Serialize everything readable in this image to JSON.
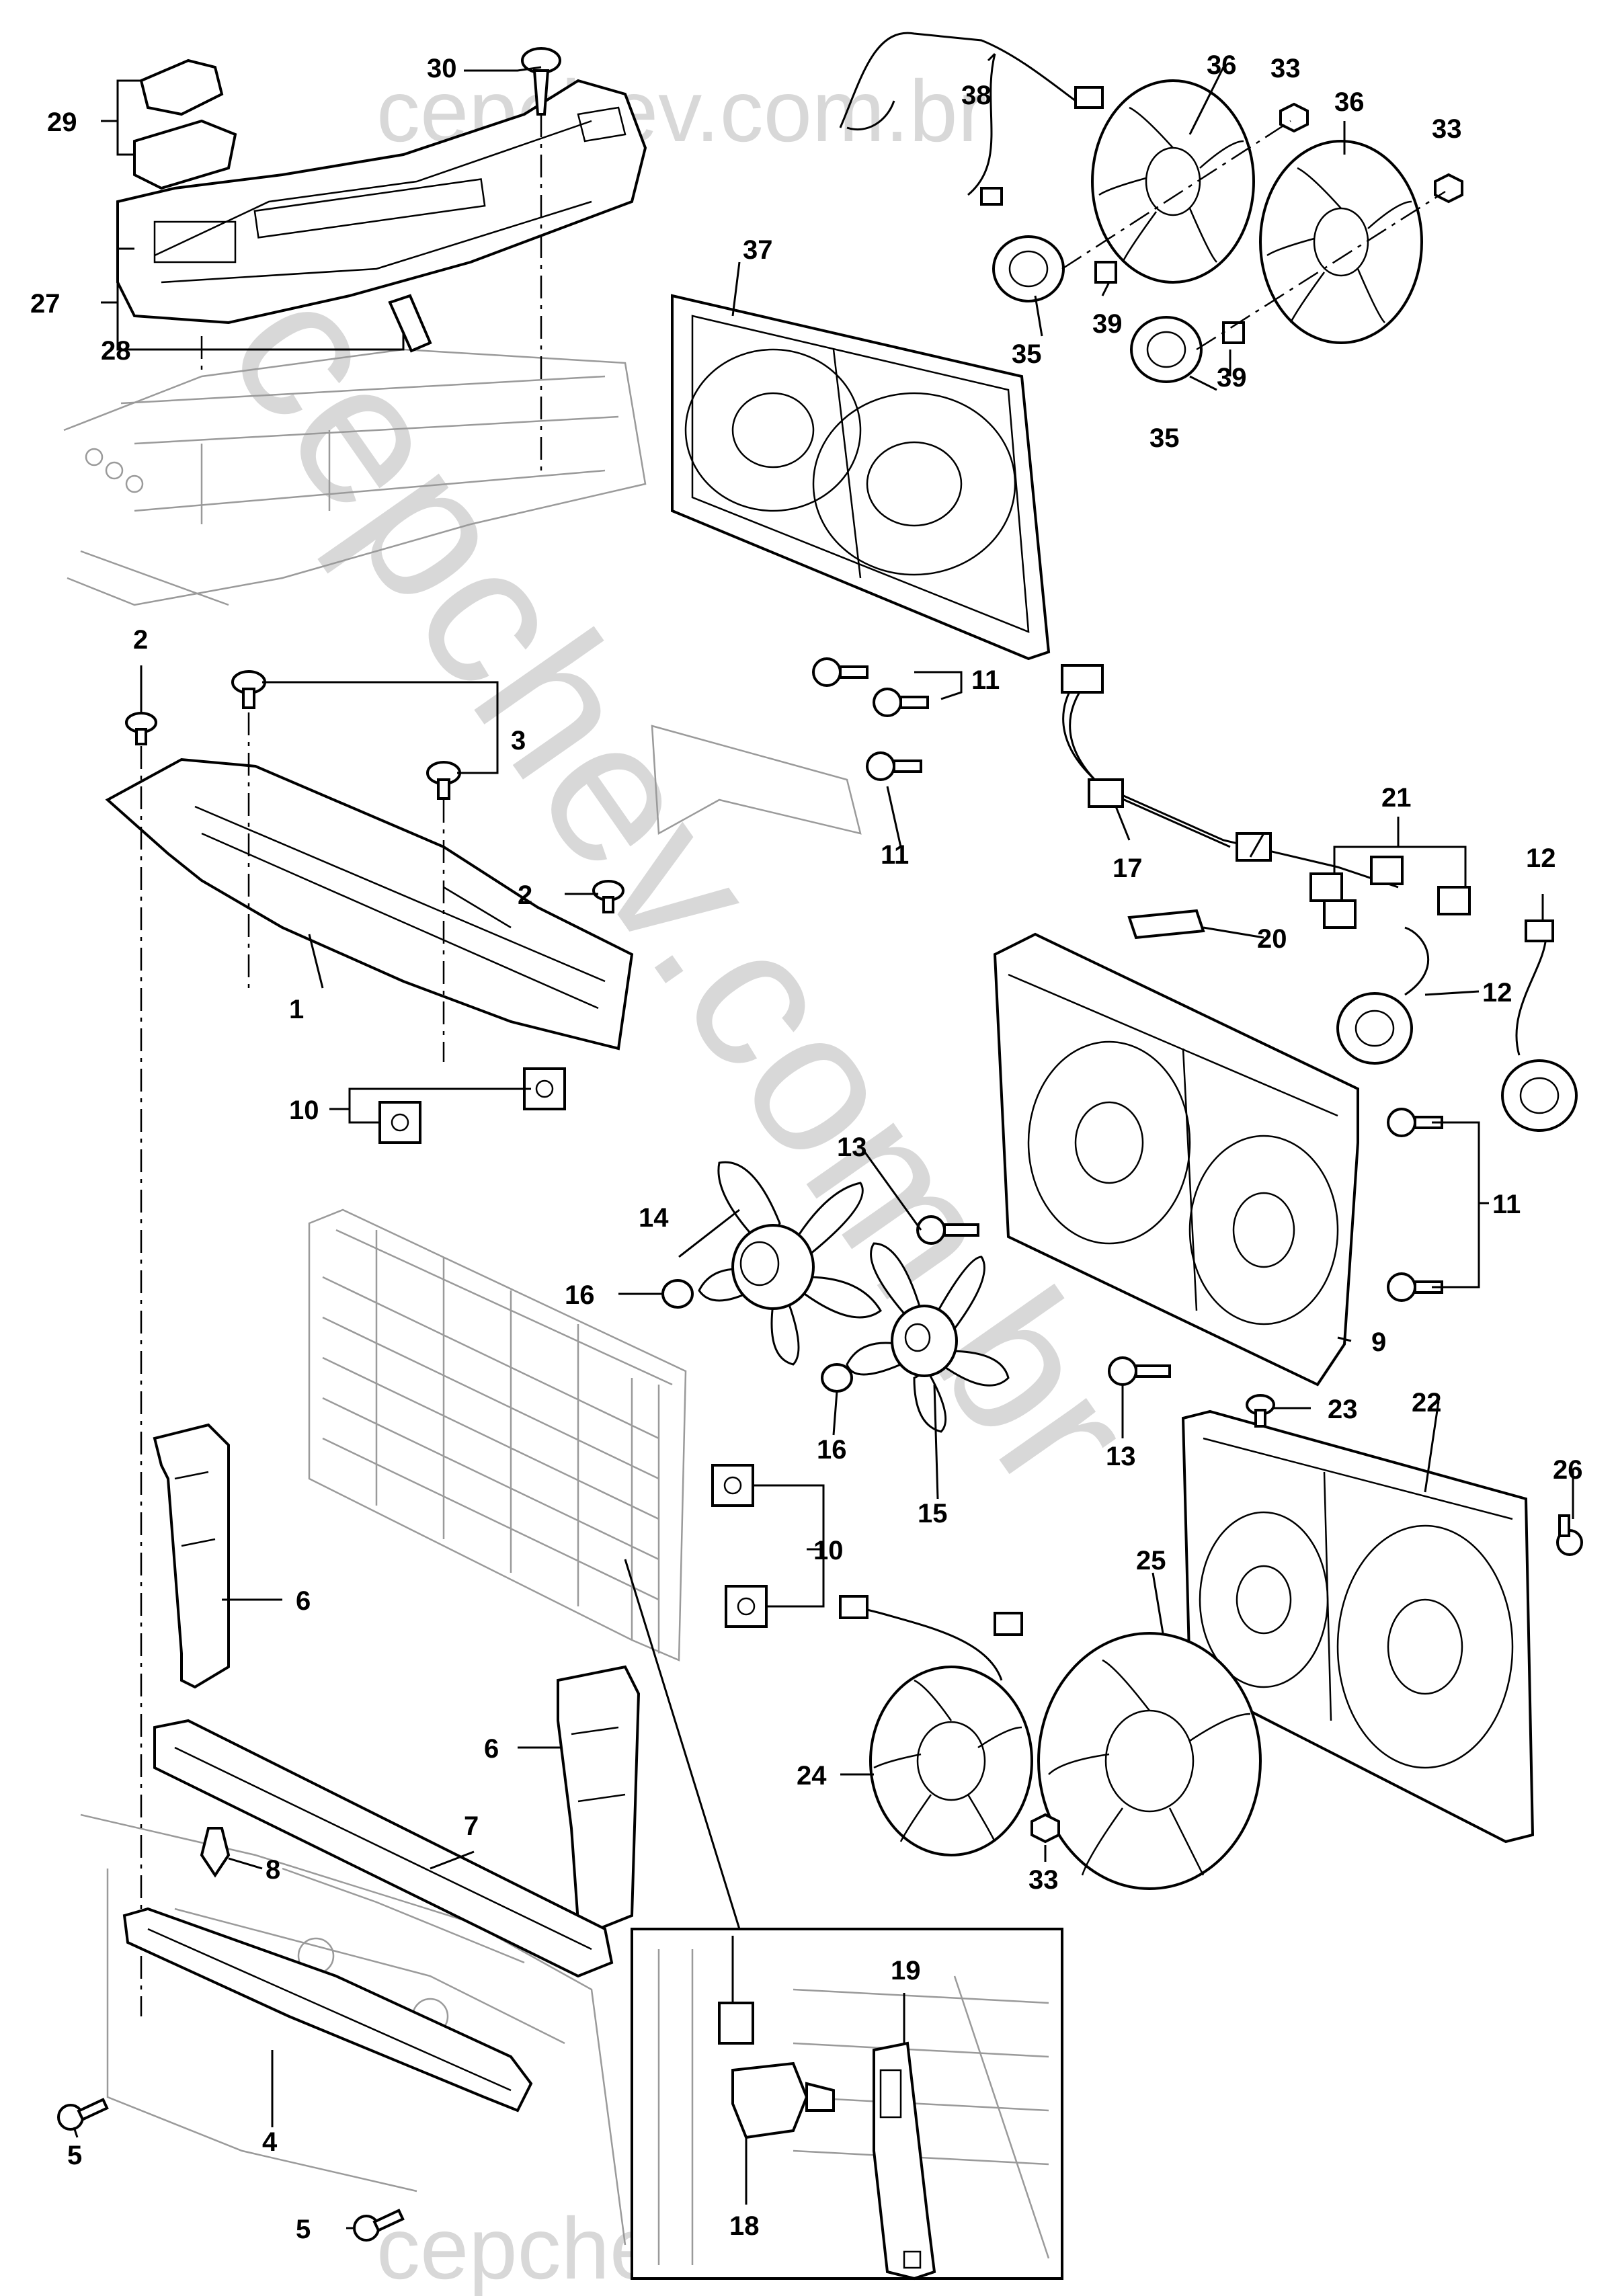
{
  "watermarks": {
    "top": "cepchev.com.br",
    "bottom": "cepchev.com.br",
    "diagonal": "cepchev.com.br"
  },
  "callouts": [
    "1",
    "2",
    "2",
    "3",
    "4",
    "5",
    "5",
    "6",
    "6",
    "7",
    "8",
    "9",
    "10",
    "10",
    "11",
    "11",
    "11",
    "12",
    "12",
    "13",
    "13",
    "14",
    "15",
    "16",
    "16",
    "17",
    "18",
    "19",
    "20",
    "21",
    "22",
    "23",
    "24",
    "25",
    "26",
    "27",
    "28",
    "29",
    "30",
    "33",
    "33",
    "33",
    "35",
    "35",
    "36",
    "36",
    "37",
    "38",
    "39",
    "39"
  ]
}
